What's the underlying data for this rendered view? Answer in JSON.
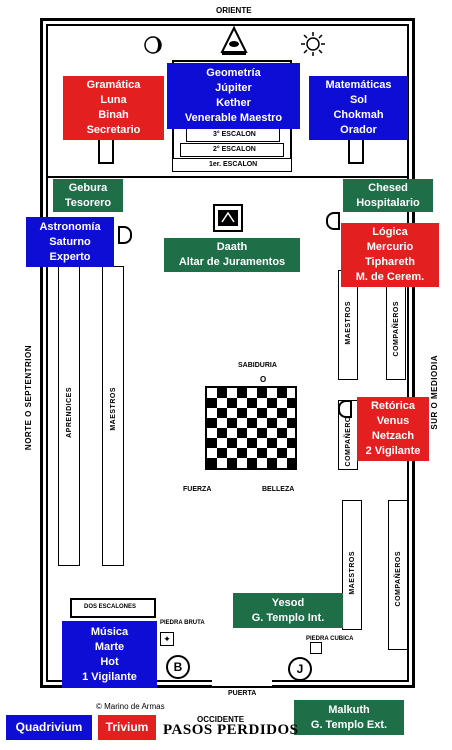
{
  "directions": {
    "oriente": "ORIENTE",
    "occidente": "OCCIDENTE",
    "norte": "NORTE O SEPTENTRION",
    "sur": "SUR O MEDIODIA"
  },
  "steps": {
    "step3": "3° ESCALON",
    "step2": "2° ESCALON",
    "step1": "1er. ESCALON",
    "dos_escalones": "DOS ESCALONES"
  },
  "benches": {
    "aprendices": "APRENDICES",
    "maestros": "MAESTROS",
    "companeros": "COMPAÑEROS"
  },
  "floor": {
    "sabiduria": "SABIDURIA",
    "sabiduria_mark": "O",
    "fuerza": "FUERZA",
    "belleza": "BELLEZA",
    "piedra_bruta": "PIEDRA BRUTA",
    "piedra_cubica": "PIEDRA CUBICA",
    "puerta": "PUERTA",
    "column_b": "B",
    "column_j": "J"
  },
  "boxes": {
    "gramatica": [
      "Gramática",
      "Luna",
      "Binah",
      "Secretario"
    ],
    "geometria": [
      "Geometría",
      "Júpiter",
      "Kether",
      "Venerable Maestro"
    ],
    "matematicas": [
      "Matemáticas",
      "Sol",
      "Chokmah",
      "Orador"
    ],
    "gebura": [
      "Gebura",
      "Tesorero"
    ],
    "chesed": [
      "Chesed",
      "Hospitalario"
    ],
    "astronomia": [
      "Astronomía",
      "Saturno",
      "Experto"
    ],
    "daath": [
      "Daath",
      "Altar de Juramentos"
    ],
    "logica": [
      "Lógica",
      "Mercurio",
      "Tiphareth",
      "M. de Cerem."
    ],
    "retorica": [
      "Retórica",
      "Venus",
      "Netzach",
      "2 Vigilante"
    ],
    "yesod": [
      "Yesod",
      "G. Templo Int."
    ],
    "musica": [
      "Música",
      "Marte",
      "Hot",
      "1 Vigilante"
    ],
    "malkuth": [
      "Malkuth",
      "G. Templo Ext."
    ]
  },
  "legend": {
    "quadrivium": "Quadrivium",
    "trivium": "Trivium",
    "pasos_perdidos": "PASOS PERDIDOS",
    "copyright": "© Marino de Armas"
  },
  "colors": {
    "quadrivium": "#0d0dd6",
    "trivium": "#e41f1f",
    "sephirot": "#1e6e48"
  }
}
